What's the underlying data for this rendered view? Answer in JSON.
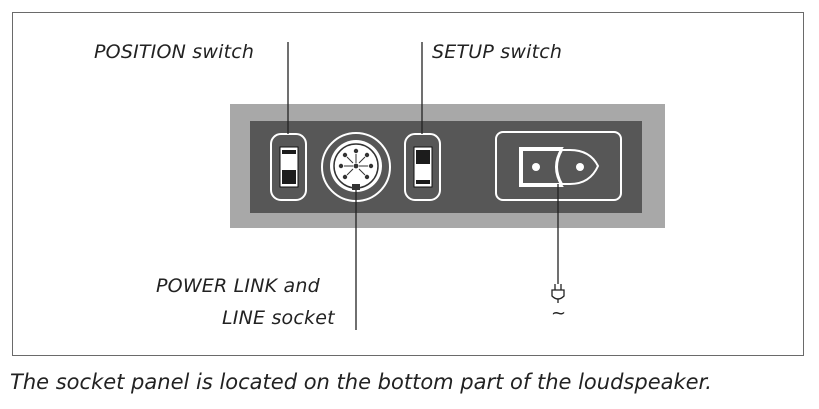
{
  "labels": {
    "position_switch": "POSITION switch",
    "setup_switch": "SETUP switch",
    "power_link_line1": "POWER LINK and",
    "power_link_line2": "LINE socket"
  },
  "symbols": {
    "mains_tilde": "~"
  },
  "caption": "The socket panel is located on the bottom part of the loudspeaker.",
  "colors": {
    "panel_outer": "#a8a8a8",
    "panel_inner": "#575757",
    "line": "#222222"
  }
}
